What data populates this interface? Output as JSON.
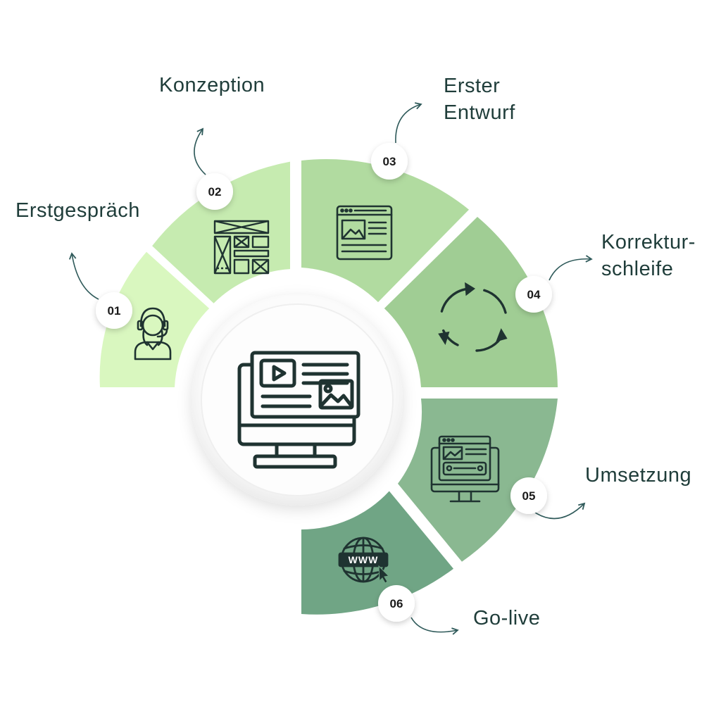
{
  "steps": [
    {
      "number": "01",
      "label": "Erstgespräch",
      "icon": "headset-person-icon",
      "color": "#d9f7bf"
    },
    {
      "number": "02",
      "label": "Konzeption",
      "icon": "wireframe-layout-icon",
      "color": "#c6ebb0"
    },
    {
      "number": "03",
      "label": "Erster Entwurf",
      "icon": "browser-draft-icon",
      "color": "#b1dba0"
    },
    {
      "number": "04",
      "label": "Korrektur-schleife",
      "icon": "refresh-cycle-icon",
      "color": "#a0cd94"
    },
    {
      "number": "05",
      "label": "Umsetzung",
      "icon": "website-monitor-icon",
      "color": "#8ab891"
    },
    {
      "number": "06",
      "label": "Go-live",
      "icon": "www-globe-icon",
      "color": "#70a585"
    }
  ],
  "center": {
    "icon": "monitor-media-icon"
  },
  "colors": {
    "text": "#1f3d3a",
    "icon_stroke": "#1f3331",
    "arrow": "#2f5a5a"
  }
}
